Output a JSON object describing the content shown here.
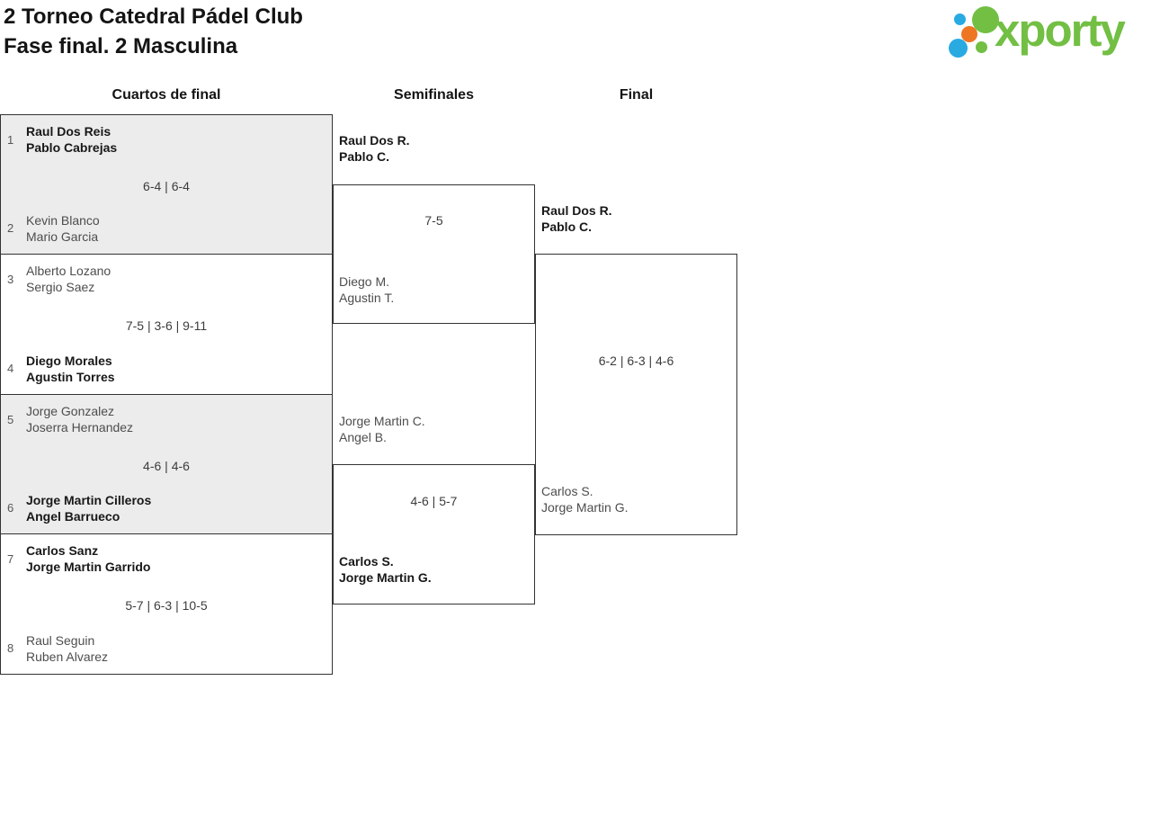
{
  "page": {
    "title_line1": "2 Torneo Catedral Pádel Club",
    "title_line2": "Fase final. 2 Masculina"
  },
  "logo": {
    "brand": "xporty"
  },
  "colors": {
    "brand_green": "#72bf44",
    "brand_blue": "#29abe2",
    "brand_orange": "#ee7623",
    "winner_text": "#181818",
    "loser_text": "#4d4d4d",
    "box_border": "#333333",
    "box_alt_bg": "#ececec"
  },
  "round_headers": {
    "quarterfinals": "Cuartos de final",
    "semifinals": "Semifinales",
    "final": "Final"
  },
  "quarterfinals": [
    {
      "seed_top": "1",
      "top_line1": "Raul Dos Reis",
      "top_line2": "Pablo Cabrejas",
      "top_winner": true,
      "score": "6-4 | 6-4",
      "seed_bottom": "2",
      "bottom_line1": "Kevin Blanco",
      "bottom_line2": "Mario Garcia",
      "bottom_winner": false
    },
    {
      "seed_top": "3",
      "top_line1": "Alberto Lozano",
      "top_line2": "Sergio Saez",
      "top_winner": false,
      "score": "7-5 | 3-6 | 9-11",
      "seed_bottom": "4",
      "bottom_line1": "Diego Morales",
      "bottom_line2": "Agustin Torres",
      "bottom_winner": true
    },
    {
      "seed_top": "5",
      "top_line1": "Jorge Gonzalez",
      "top_line2": "Joserra Hernandez",
      "top_winner": false,
      "score": "4-6 | 4-6",
      "seed_bottom": "6",
      "bottom_line1": "Jorge Martin Cilleros",
      "bottom_line2": "Angel Barrueco",
      "bottom_winner": true
    },
    {
      "seed_top": "7",
      "top_line1": "Carlos Sanz",
      "top_line2": "Jorge Martin Garrido",
      "top_winner": true,
      "score": "5-7 | 6-3 | 10-5",
      "seed_bottom": "8",
      "bottom_line1": "Raul Seguin",
      "bottom_line2": "Ruben Alvarez",
      "bottom_winner": false
    }
  ],
  "semifinals": [
    {
      "top_line1": "Raul Dos R.",
      "top_line2": "Pablo C.",
      "top_winner": true,
      "score": "7-5",
      "bottom_line1": "Diego M.",
      "bottom_line2": "Agustin T.",
      "bottom_winner": false
    },
    {
      "top_line1": "Jorge Martin C.",
      "top_line2": "Angel B.",
      "top_winner": false,
      "score": "4-6 | 5-7",
      "bottom_line1": "Carlos S.",
      "bottom_line2": "Jorge Martin G.",
      "bottom_winner": true
    }
  ],
  "final": {
    "top_line1": "Raul Dos R.",
    "top_line2": "Pablo C.",
    "top_winner": true,
    "score": "6-2 | 6-3 | 4-6",
    "bottom_line1": "Carlos S.",
    "bottom_line2": "Jorge Martin G.",
    "bottom_winner": false
  }
}
